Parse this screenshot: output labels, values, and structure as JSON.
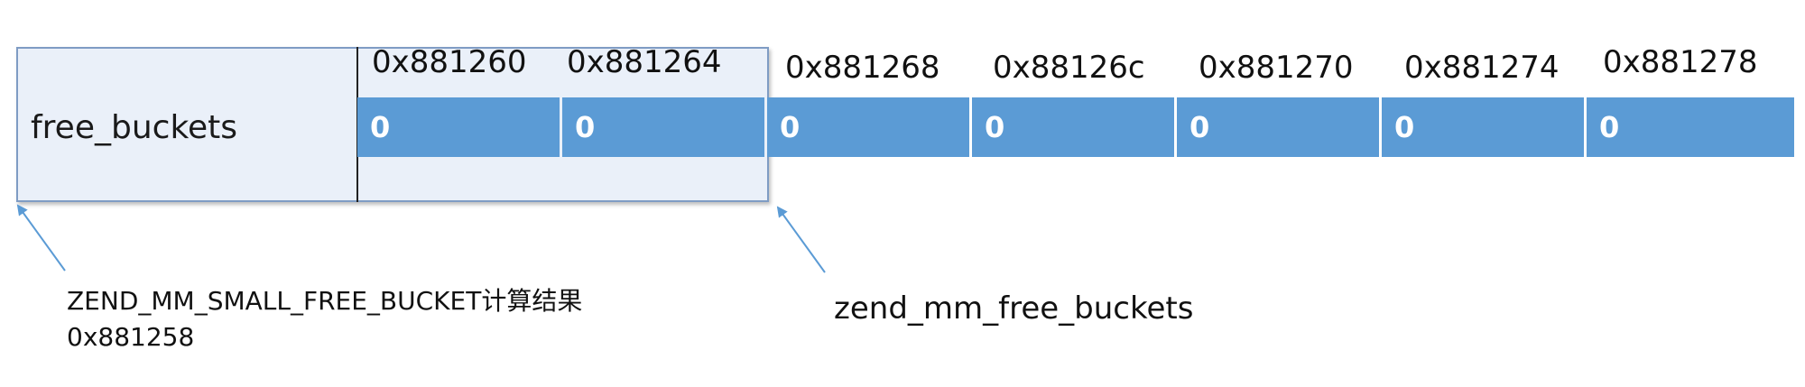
{
  "diagram": {
    "row_label": "free_buckets",
    "addresses": [
      "0x881260",
      "0x881264",
      "0x881268",
      "0x88126c",
      "0x881270",
      "0x881274",
      "0x881278"
    ],
    "cell_values": [
      "0",
      "0",
      "0",
      "0",
      "0",
      "0",
      "0"
    ],
    "annotations": {
      "left_line1": "ZEND_MM_SMALL_FREE_BUCKET计算结果",
      "left_line2": "0x881258",
      "right": "zend_mm_free_buckets"
    },
    "colors": {
      "cell_fill": "#5b9bd5",
      "frame_fill": "#eaf0f9",
      "frame_border": "#7f9cc4",
      "arrow": "#5b9bd5"
    }
  }
}
